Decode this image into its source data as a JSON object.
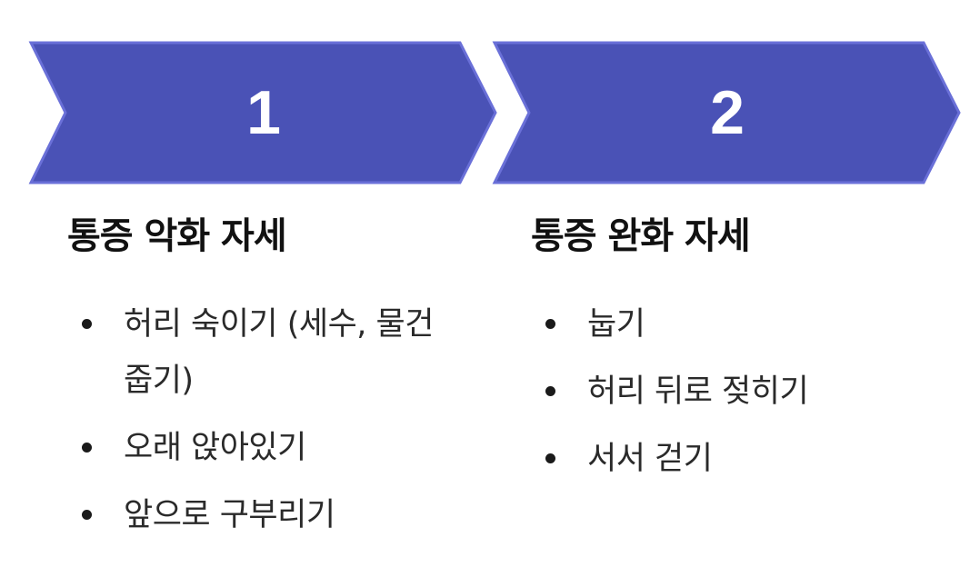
{
  "colors": {
    "chevron_fill": "#4a52b6",
    "chevron_stroke": "#6a70d8",
    "number_text": "#ffffff",
    "heading_text": "#111111",
    "bullet_text": "#2a2a2a"
  },
  "steps": [
    {
      "number": "1",
      "heading": "통증 악화 자세",
      "items": [
        "허리 숙이기 (세수, 물건 줍기)",
        "오래 앉아있기",
        "앞으로 구부리기"
      ]
    },
    {
      "number": "2",
      "heading": "통증 완화 자세",
      "items": [
        "눕기",
        "허리 뒤로 젖히기",
        "서서 걷기"
      ]
    }
  ]
}
